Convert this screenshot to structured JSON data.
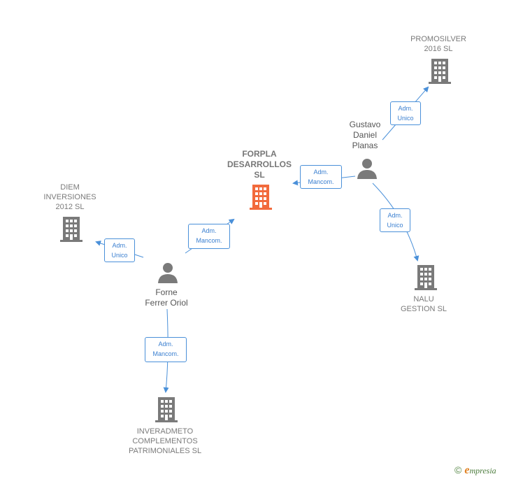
{
  "companies": {
    "forpla": {
      "lines": [
        "FORPLA",
        "DESARROLLOS",
        "SL"
      ],
      "color": "#f26a3c"
    },
    "promosilver": {
      "lines": [
        "PROMOSILVER",
        "2016  SL"
      ],
      "color": "#7a7a7a"
    },
    "diem": {
      "lines": [
        "DIEM",
        "INVERSIONES",
        "2012 SL"
      ],
      "color": "#7a7a7a"
    },
    "nalu": {
      "lines": [
        "NALU",
        "GESTION  SL"
      ],
      "color": "#7a7a7a"
    },
    "inveradmeto": {
      "lines": [
        "INVERADMETO",
        "COMPLEMENTOS",
        "PATRIMONIALES SL"
      ],
      "color": "#7a7a7a"
    }
  },
  "persons": {
    "gustavo": {
      "lines": [
        "Gustavo",
        "Daniel",
        "Planas"
      ],
      "color": "#7a7a7a"
    },
    "forne": {
      "lines": [
        "Forne",
        "Ferrer Oriol"
      ],
      "color": "#7a7a7a"
    }
  },
  "roles": {
    "gustavo_promosilver": [
      "Adm.",
      "Unico"
    ],
    "gustavo_forpla": [
      "Adm.",
      "Mancom."
    ],
    "gustavo_nalu": [
      "Adm.",
      "Unico"
    ],
    "forne_forpla": [
      "Adm.",
      "Mancom."
    ],
    "forne_diem": [
      "Adm.",
      "Unico"
    ],
    "forne_inveradmeto": [
      "Adm.",
      "Mancom."
    ]
  },
  "edge_color": "#4a90d9",
  "brand": {
    "copyright": "©",
    "initial": "e",
    "rest": "mpresia"
  }
}
